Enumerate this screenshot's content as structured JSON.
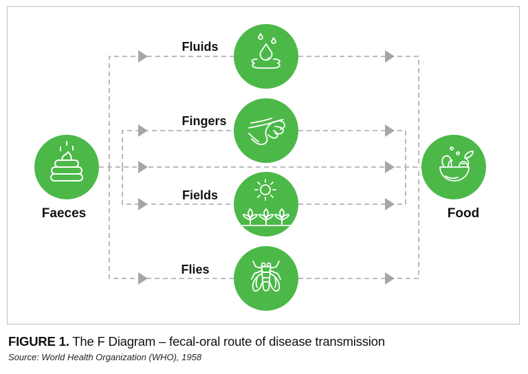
{
  "figure": {
    "caption_prefix": "FIGURE 1.",
    "caption_text": " The F Diagram – fecal-oral route of disease transmission",
    "source": "Source: World Health Organization (WHO), 1958"
  },
  "colors": {
    "node_fill": "#4cb848",
    "icon_stroke": "#ffffff",
    "connector": "#a6a6a8",
    "arrow": "#a6a6a8",
    "frame": "#bdbdbd",
    "text": "#111111"
  },
  "nodes": {
    "source": {
      "label": "Faeces",
      "icon": "poop-icon"
    },
    "target": {
      "label": "Food",
      "icon": "salad-bowl-icon"
    },
    "pathways": [
      {
        "label": "Fluids",
        "icon": "water-drops-icon"
      },
      {
        "label": "Fingers",
        "icon": "hand-icon"
      },
      {
        "label": "Fields",
        "icon": "sun-crops-icon"
      },
      {
        "label": "Flies",
        "icon": "fly-icon"
      }
    ]
  },
  "edges": [
    {
      "from": "Faeces",
      "to": "Fluids"
    },
    {
      "from": "Faeces",
      "to": "Fingers"
    },
    {
      "from": "Faeces",
      "to": "Fields"
    },
    {
      "from": "Faeces",
      "to": "Flies"
    },
    {
      "from": "Faeces",
      "to": "Food",
      "note": "direct route"
    },
    {
      "from": "Fluids",
      "to": "Food"
    },
    {
      "from": "Fingers",
      "to": "Food"
    },
    {
      "from": "Fields",
      "to": "Food"
    },
    {
      "from": "Flies",
      "to": "Food"
    }
  ]
}
